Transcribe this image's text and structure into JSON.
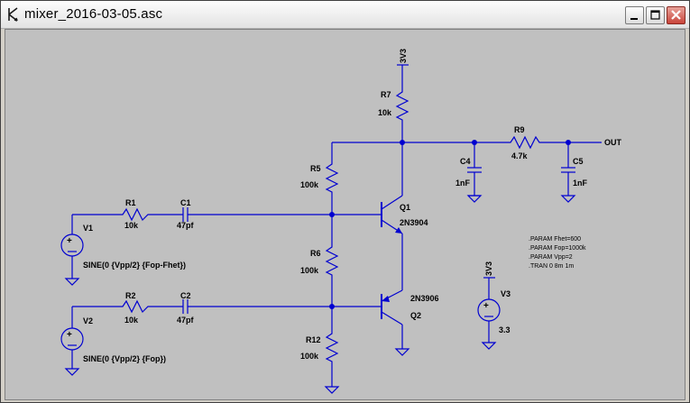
{
  "window": {
    "title": "mixer_2016-03-05.asc"
  },
  "icons": {
    "app": "ltspice-icon",
    "minimize": "minimize-icon",
    "maximize": "maximize-icon",
    "close": "close-icon"
  },
  "colors": {
    "wire": "#0000d0",
    "canvas": "#c0c0c0",
    "text": "#000000"
  },
  "schematic": {
    "r7": {
      "name": "R7",
      "value": "10k"
    },
    "r5": {
      "name": "R5",
      "value": "100k"
    },
    "r6": {
      "name": "R6",
      "value": "100k"
    },
    "r12": {
      "name": "R12",
      "value": "100k"
    },
    "r1": {
      "name": "R1",
      "value": "10k"
    },
    "r2": {
      "name": "R2",
      "value": "10k"
    },
    "r9": {
      "name": "R9",
      "value": "4.7k"
    },
    "c1": {
      "name": "C1",
      "value": "47pf"
    },
    "c2": {
      "name": "C2",
      "value": "47pf"
    },
    "c4": {
      "name": "C4",
      "value": "1nF"
    },
    "c5": {
      "name": "C5",
      "value": "1nF"
    },
    "q1": {
      "name": "Q1",
      "model": "2N3904"
    },
    "q2": {
      "name": "Q2",
      "model": "2N3906"
    },
    "v1": {
      "name": "V1",
      "value": "SINE(0 {Vpp/2} {Fop-Fhet})"
    },
    "v2": {
      "name": "V2",
      "value": "SINE(0 {Vpp/2} {Fop})"
    },
    "v3": {
      "name": "V3",
      "value": "3.3"
    },
    "net_3v3_top": "3V3",
    "net_3v3_v3": "3V3",
    "out_label": "OUT",
    "directives": [
      ".PARAM Fhet=600",
      ".PARAM Fop=1000k",
      ".PARAM Vpp=2",
      ".TRAN 0 8m 1m"
    ]
  }
}
